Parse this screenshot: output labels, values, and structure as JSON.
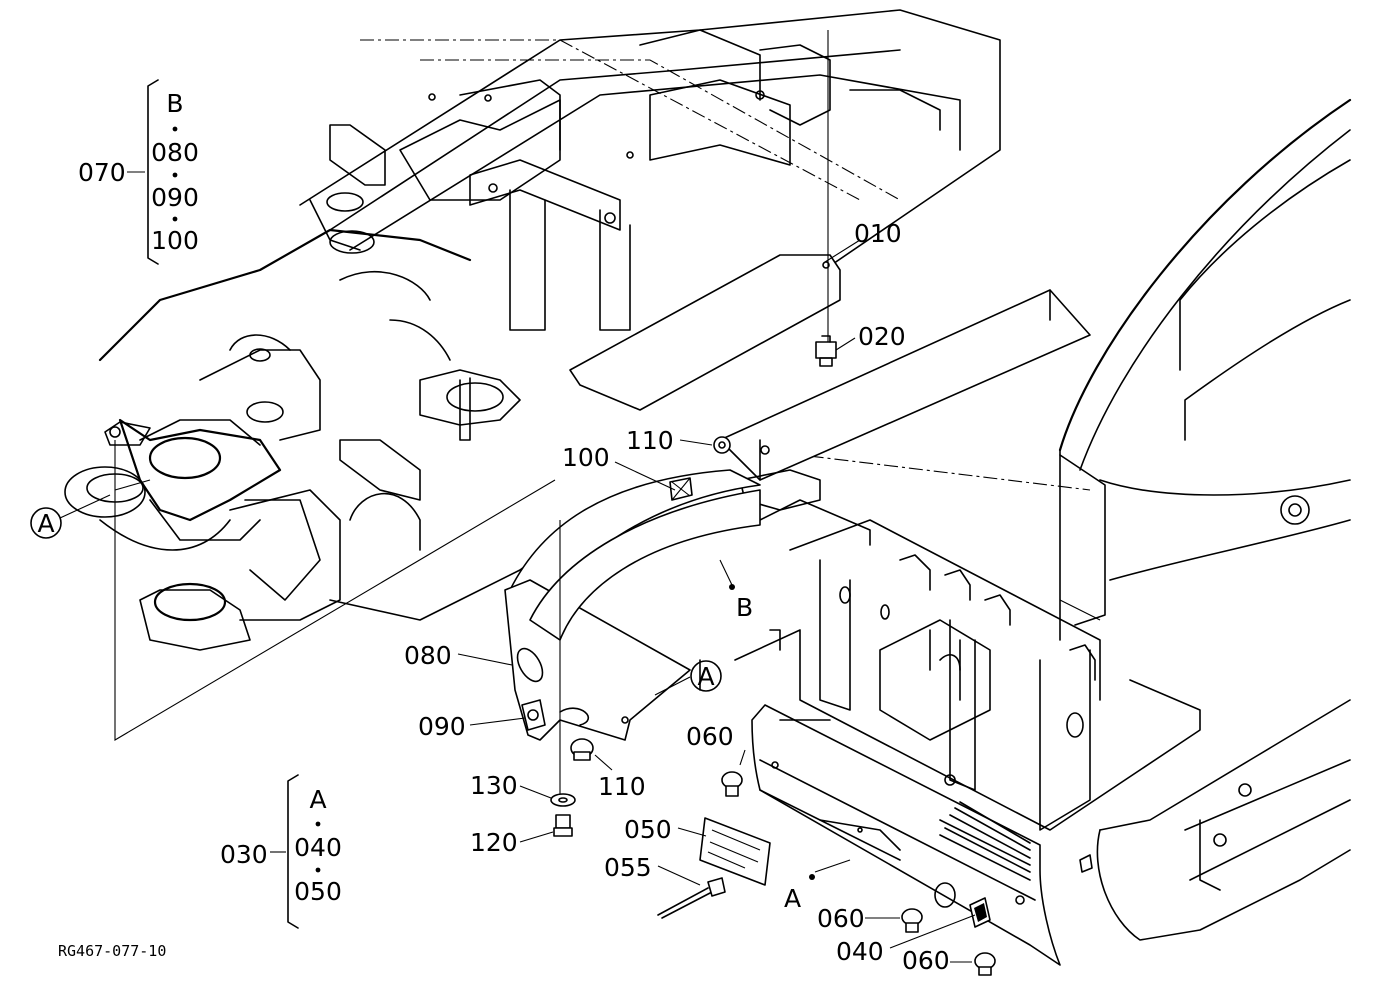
{
  "diagram": {
    "drawing_code": "RG467-077-10",
    "parts": {
      "p010": "010",
      "p020": "020",
      "p030": "030",
      "p040": "040",
      "p050": "050",
      "p055": "055",
      "p060a": "060",
      "p060b": "060",
      "p060c": "060",
      "p070": "070",
      "p080": "080",
      "p090": "090",
      "p100": "100",
      "p110a": "110",
      "p110b": "110",
      "p120": "120",
      "p130": "130"
    },
    "group_070": {
      "items": [
        "B",
        "080",
        "090",
        "100"
      ]
    },
    "group_030": {
      "items": [
        "A",
        "040",
        "050"
      ]
    },
    "refs": {
      "circle_a_left": "A",
      "circle_a_mid": "A",
      "point_b": "B",
      "point_a": "A"
    }
  }
}
